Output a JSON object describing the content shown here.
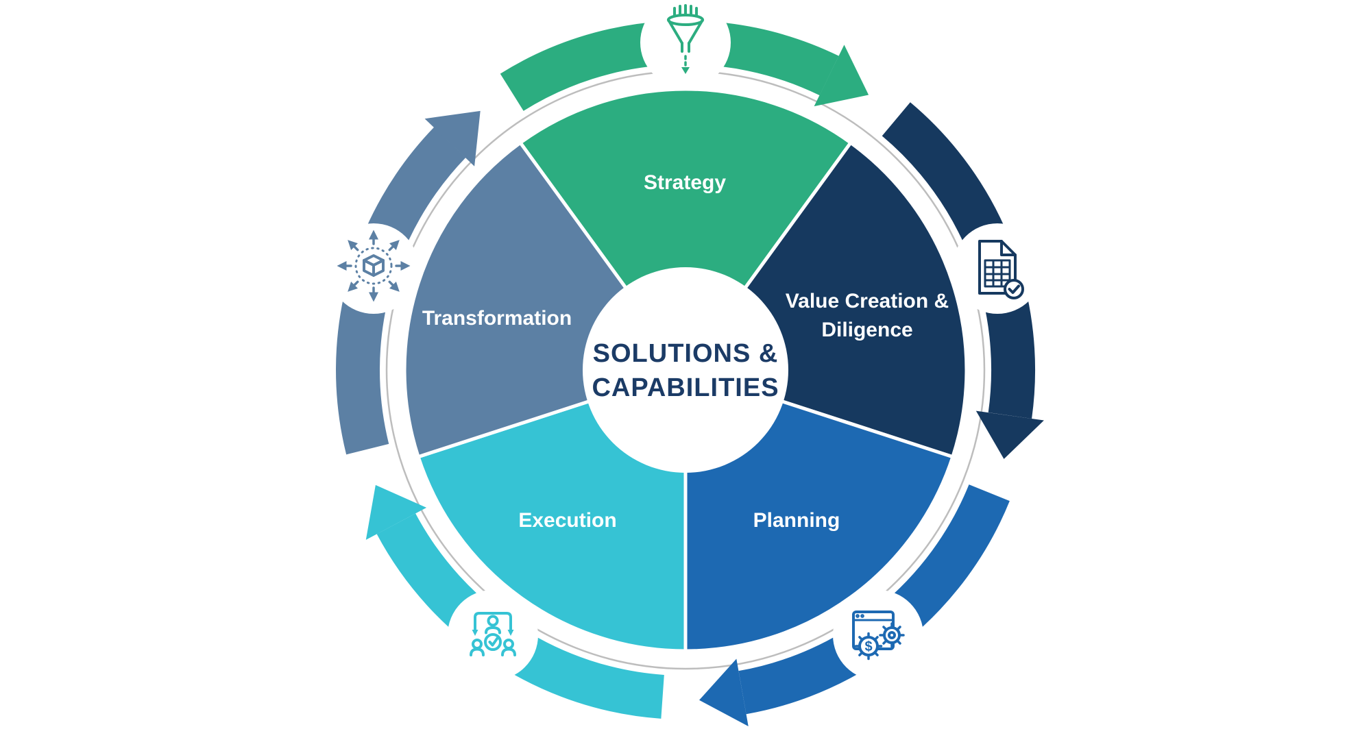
{
  "diagram": {
    "title": "Solutions & Capabilities wheel",
    "center": {
      "line1": "SOLUTIONS &",
      "line2": "CAPABILITIES",
      "text_color": "#1b3b66",
      "background": "#ffffff"
    },
    "ring_color": "#bdbdbd",
    "segments": [
      {
        "id": "strategy",
        "label": "Strategy",
        "color": "#2cad80",
        "icon": "funnel-icon"
      },
      {
        "id": "value-creation-diligence",
        "label_line1": "Value Creation &",
        "label_line2": "Diligence",
        "color": "#16395f",
        "icon": "spreadsheet-check-icon"
      },
      {
        "id": "planning",
        "label": "Planning",
        "color": "#1d69b2",
        "icon": "window-gear-dollar-icon"
      },
      {
        "id": "execution",
        "label": "Execution",
        "color": "#36c3d4",
        "icon": "team-check-icon"
      },
      {
        "id": "transformation",
        "label": "Transformation",
        "color": "#5c80a4",
        "icon": "cube-expand-icon"
      }
    ],
    "glyphs": {
      "dollar": "$"
    }
  }
}
